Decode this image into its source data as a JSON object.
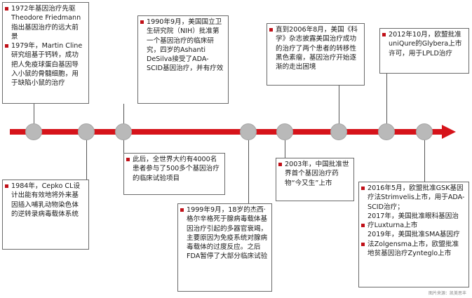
{
  "events": [
    {
      "key": "e1",
      "items": [
        "1972年基因治疗先驱Theodore Friedmann指出基因治疗的远大前景",
        "1979年，Martin Cline研究组基于钙转，成功把人免疫球蛋白基因导入小鼠的骨髓细胞，用于缺陷小鼠的治疗"
      ]
    },
    {
      "key": "e2",
      "items": [
        "1984年，Cepko CL设计出能有效地将外来基因插入哺乳动物染色体的逆转录病毒载体系统"
      ]
    },
    {
      "key": "e3",
      "items": [
        "1990年9月，美国国立卫生研究院（NIH）批准第一个基因治疗的临床研究，四岁的Ashanti DeSilva接受了ADA-SCID基因治疗，并有疗效"
      ]
    },
    {
      "key": "e4",
      "items": [
        "此后，全世界大约有4000名患者参与了500多个基因治疗的临床试验项目"
      ]
    },
    {
      "key": "e5",
      "items": [
        "1999年9月，18岁的杰西·格尔辛格死于腺病毒载体基因治疗引起的多器官衰竭，主要原因为免疫系统对腺病毒载体的过度反应。之后FDA暂停了大部分临床试验"
      ]
    },
    {
      "key": "e6",
      "items": [
        "2003年，中国批准世界首个基因治疗药物“今又生”上市"
      ]
    },
    {
      "key": "e7",
      "items": [
        "直到2006年8月，美国《科学》杂志披露美国治疗成功的治疗了两个患者的转移性黑色素瘤，基因治疗开始逐渐的走出困境"
      ]
    },
    {
      "key": "e8",
      "items": [
        "2012年10月，欧盟批准uniQure的Glybera上市许可，用于LPLD治疗"
      ]
    },
    {
      "key": "e9",
      "items": [
        "2016年5月，欧盟批准GSK基因疗法Strimvelis上市，用于ADA-SCID治疗；",
        "2017年，美国批准眼科基因治疗Luxturna上市",
        "2019年，美国批准SMA基因疗法Zolgensma上市，欧盟批准地贫基因治疗Zynteglo上市"
      ]
    }
  ],
  "credit": "图片来源：凯美思丰",
  "colors": {
    "axis": "#d6131a",
    "bullet": "#c01018",
    "node": "#b9b9b9",
    "border": "#6a6a6a"
  }
}
